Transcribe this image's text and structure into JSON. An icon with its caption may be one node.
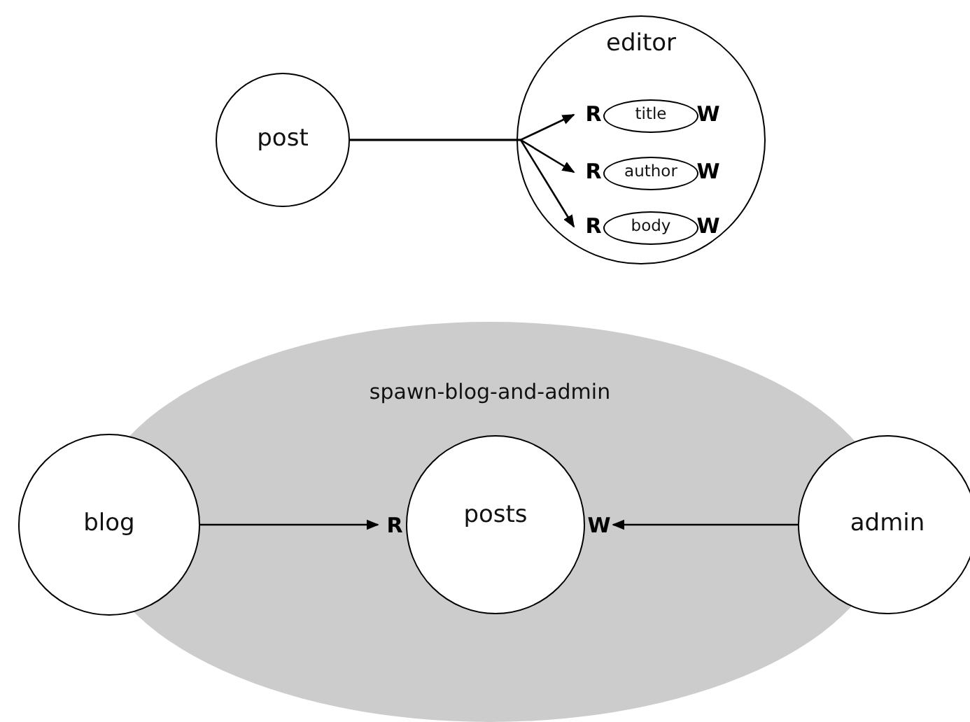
{
  "diagram": {
    "nodes": [
      {
        "text": [
          "post"
        ]
      },
      {
        "text": [
          "editor"
        ]
      },
      {
        "text": [
          "title"
        ],
        "in": 1
      },
      {
        "text": [
          "author"
        ],
        "in": 1
      },
      {
        "text": [
          "body"
        ],
        "in": 1
      },
      {
        "text": [
          "spawn-blog-and-admin"
        ]
      },
      {
        "text": [
          "blog"
        ]
      },
      {
        "text": [
          "posts"
        ],
        "in": 5
      },
      {
        "text": [
          "admin"
        ]
      }
    ],
    "edges": [
      {
        "from": 0,
        "to": 2,
        "arrow": "to"
      },
      {
        "from": 0,
        "to": 3,
        "arrow": "to"
      },
      {
        "from": 0,
        "to": 4,
        "arrow": "to"
      },
      {
        "from": 6,
        "to": 7,
        "arrow": "to"
      },
      {
        "from": 8,
        "to": 7,
        "arrow": "to"
      }
    ],
    "labels": [
      "R",
      "W",
      "R",
      "W",
      "R",
      "W",
      "R",
      "W"
    ]
  }
}
